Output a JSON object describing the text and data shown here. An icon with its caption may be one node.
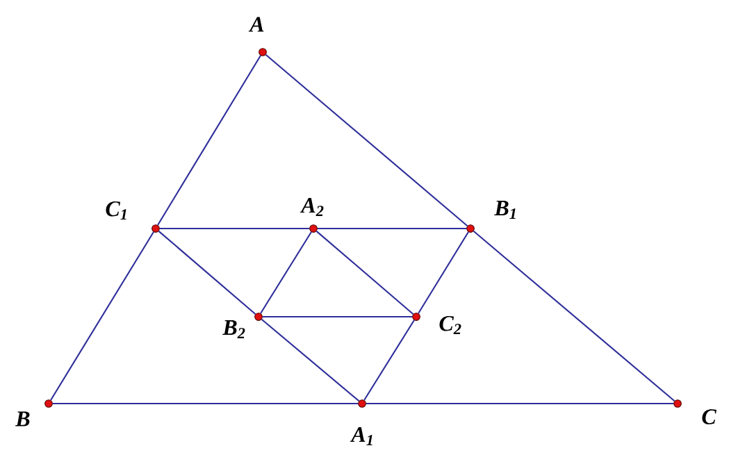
{
  "diagram": {
    "nodes": [
      {
        "text": [],
        "shape": "circle",
        "beside": [
          "A"
        ]
      },
      {
        "text": [],
        "shape": "circle",
        "beside": [
          "B"
        ]
      },
      {
        "text": [],
        "shape": "circle",
        "beside": [
          "C"
        ]
      },
      {
        "text": [],
        "shape": "circle",
        "beside": [
          "C$_{1}$"
        ]
      },
      {
        "text": [],
        "shape": "circle",
        "beside": [
          "A$_{2}$"
        ]
      },
      {
        "text": [],
        "shape": "circle",
        "beside": [
          "B$_{1}$"
        ]
      },
      {
        "text": [],
        "shape": "circle",
        "beside": [
          "B$_{2}$"
        ]
      },
      {
        "text": [],
        "shape": "circle",
        "beside": [
          "C$_{2}$"
        ]
      },
      {
        "text": [],
        "shape": "circle",
        "beside": [
          "A$_{1}$"
        ]
      }
    ],
    "edges": [
      {
        "from": 0,
        "to": 3,
        "arrow": "none"
      },
      {
        "from": 3,
        "to": 1,
        "arrow": "none"
      },
      {
        "from": 0,
        "to": 5,
        "arrow": "none"
      },
      {
        "from": 5,
        "to": 2,
        "arrow": "none"
      },
      {
        "from": 1,
        "to": 8,
        "arrow": "none"
      },
      {
        "from": 8,
        "to": 2,
        "arrow": "none"
      },
      {
        "from": 3,
        "to": 4,
        "arrow": "none"
      },
      {
        "from": 4,
        "to": 5,
        "arrow": "none"
      },
      {
        "from": 3,
        "to": 6,
        "arrow": "none"
      },
      {
        "from": 6,
        "to": 8,
        "arrow": "none"
      },
      {
        "from": 5,
        "to": 7,
        "arrow": "none"
      },
      {
        "from": 7,
        "to": 8,
        "arrow": "none"
      },
      {
        "from": 4,
        "to": 6,
        "arrow": "none"
      },
      {
        "from": 4,
        "to": 7,
        "arrow": "none"
      },
      {
        "from": 6,
        "to": 7,
        "arrow": "none"
      }
    ]
  }
}
